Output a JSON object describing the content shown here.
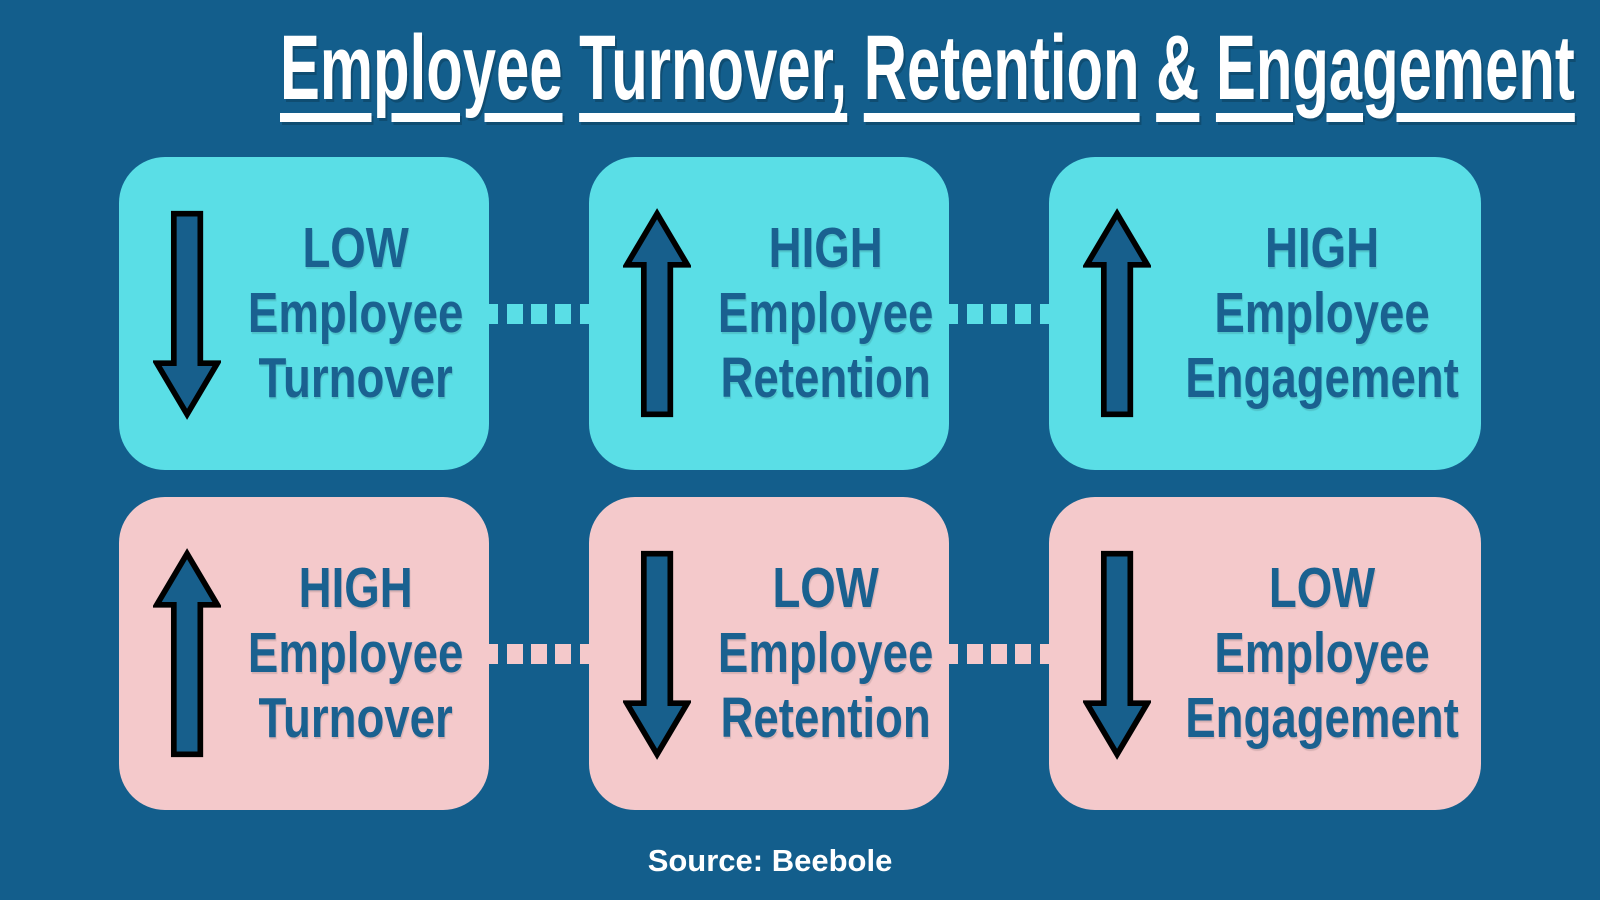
{
  "title": "Employee Turnover, Retention & Engagement",
  "source": "Source: Beebole",
  "colors": {
    "background": "#135E8C",
    "positive_box": "#5ADEE6",
    "negative_box": "#F4C9CB",
    "arrow_fill": "#175F8C",
    "arrow_outline": "#000000",
    "box_text": "#1A6190",
    "title_text": "#FFFFFF"
  },
  "rows": [
    {
      "tone": "positive",
      "boxes": [
        {
          "level": "LOW",
          "line2": "Employee",
          "line3": "Turnover",
          "arrow": "down"
        },
        {
          "level": "HIGH",
          "line2": "Employee",
          "line3": "Retention",
          "arrow": "up"
        },
        {
          "level": "HIGH",
          "line2": "Employee",
          "line3": "Engagement",
          "arrow": "up"
        }
      ]
    },
    {
      "tone": "negative",
      "boxes": [
        {
          "level": "HIGH",
          "line2": "Employee",
          "line3": "Turnover",
          "arrow": "up"
        },
        {
          "level": "LOW",
          "line2": "Employee",
          "line3": "Retention",
          "arrow": "down"
        },
        {
          "level": "LOW",
          "line2": "Employee",
          "line3": "Engagement",
          "arrow": "down"
        }
      ]
    }
  ]
}
